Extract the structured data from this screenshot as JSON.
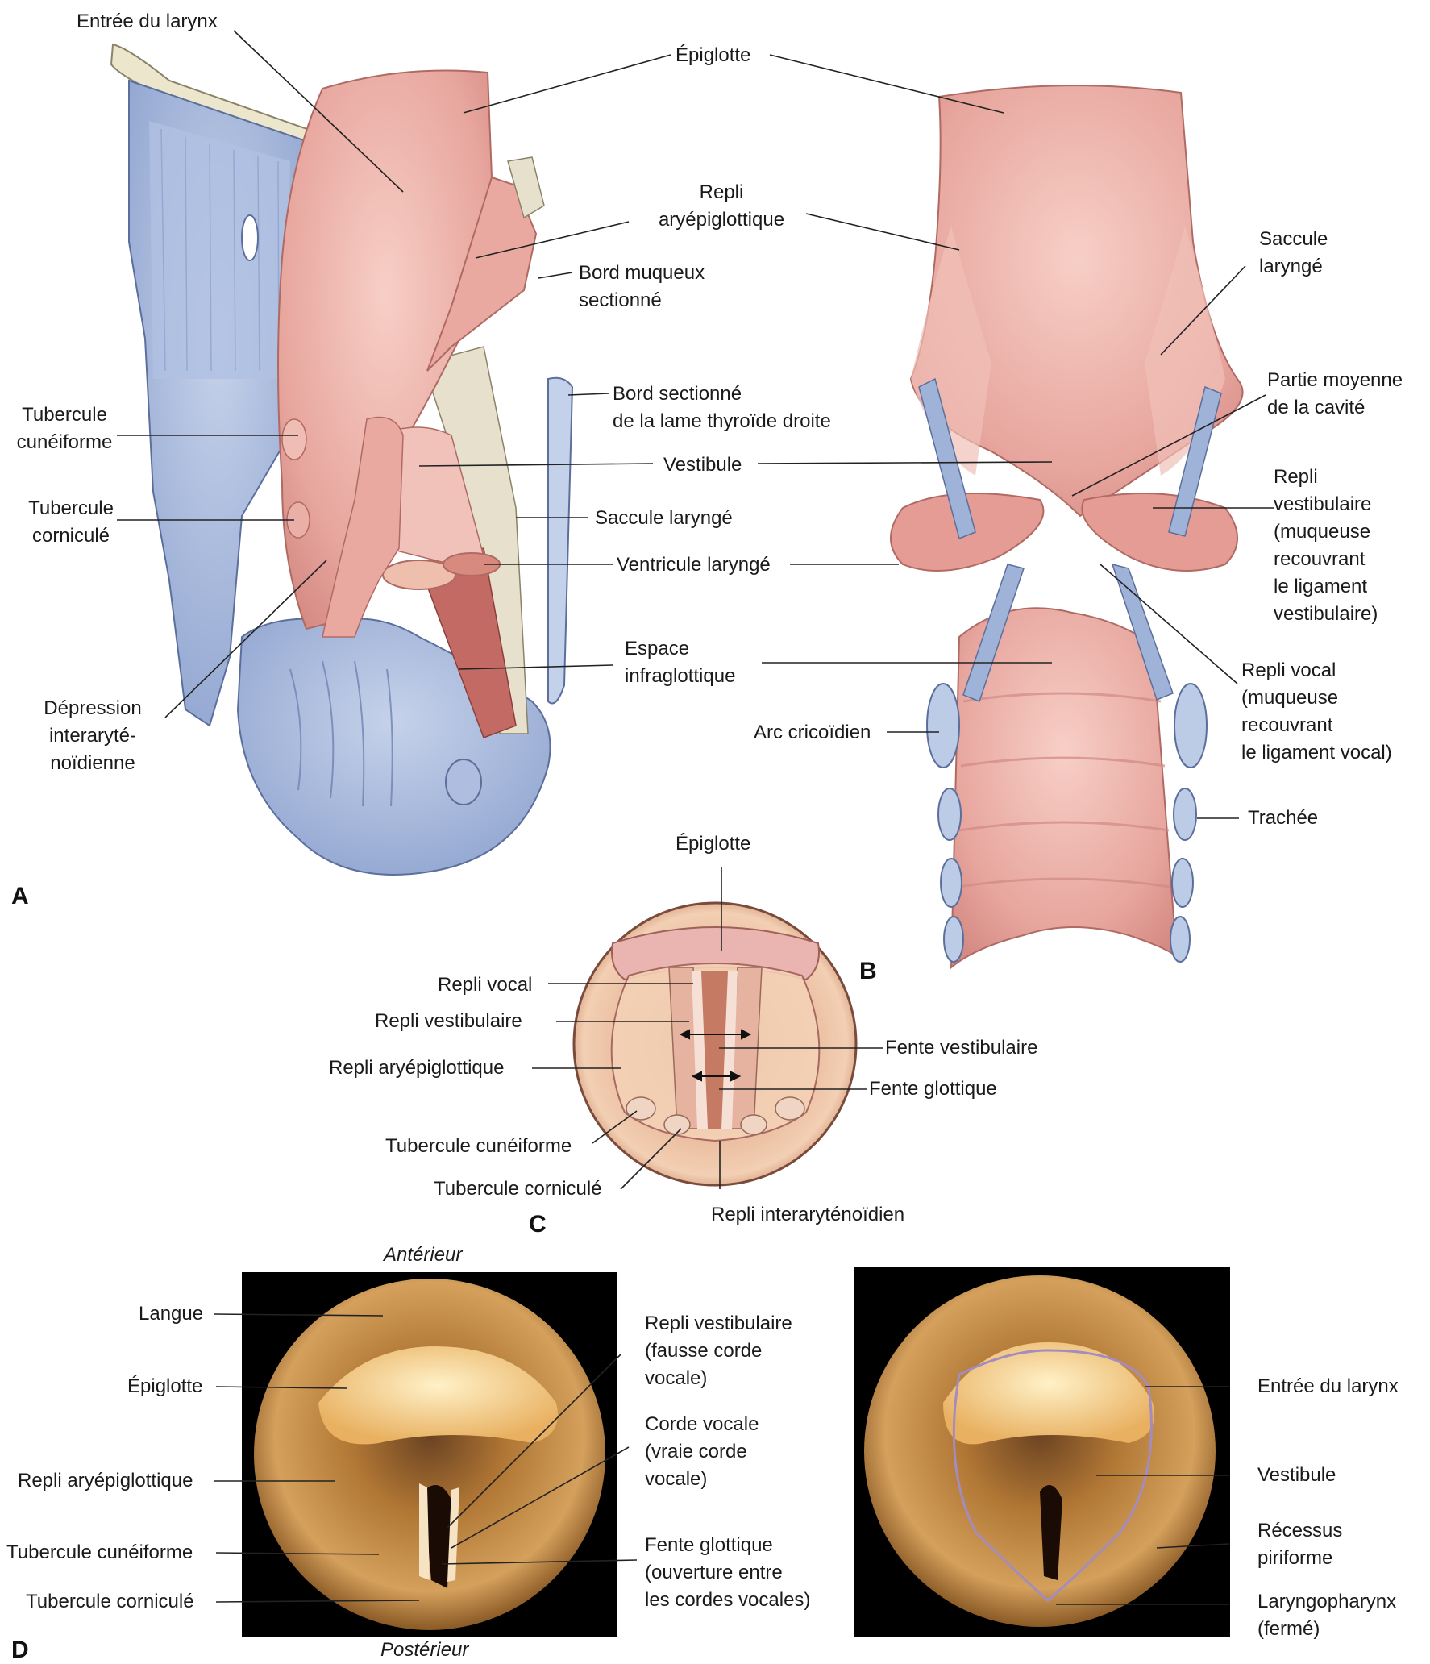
{
  "panels": {
    "a": {
      "letter": "A"
    },
    "b": {
      "letter": "B"
    },
    "c": {
      "letter": "C"
    },
    "d": {
      "letter": "D"
    }
  },
  "labels": {
    "a_entree": "Entrée du larynx",
    "top_epiglotte": "Épiglotte",
    "a_repli_aryepi": "Repli\naryépiglottique",
    "a_bord_muqueux": "Bord muqueux\nsectionné",
    "a_bord_sectionne": "Bord sectionné\nde la lame thyroïde droite",
    "a_vestibule": "Vestibule",
    "a_saccule": "Saccule laryngé",
    "a_ventricule": "Ventricule laryngé",
    "a_espace": "Espace\ninfraglottique",
    "a_cuneiforme": "Tubercule\ncunéiforme",
    "a_cornicule": "Tubercule\ncorniculé",
    "a_depression": "Dépression\ninteraryté-\nnoïdienne",
    "b_saccule": "Saccule\nlaryngé",
    "b_partie": "Partie moyenne\nde la cavité",
    "b_repli_vest": "Repli\nvestibulaire\n(muqueuse\nrecouvrant\nle ligament\nvestibulaire)",
    "b_repli_vocal": "Repli vocal\n(muqueuse\nrecouvrant\nle ligament vocal)",
    "b_arc": "Arc cricoïdien",
    "b_trachee": "Trachée",
    "c_epiglotte": "Épiglotte",
    "c_repli_vocal": "Repli vocal",
    "c_repli_vest": "Repli vestibulaire",
    "c_repli_aryepi": "Repli aryépiglottique",
    "c_cuneiforme": "Tubercule cunéiforme",
    "c_cornicule": "Tubercule corniculé",
    "c_fente_vest": "Fente vestibulaire",
    "c_fente_glot": "Fente glottique",
    "c_interaryt": "Repli interaryténoïdien",
    "d_anterieur": "Antérieur",
    "d_posterieur": "Postérieur",
    "d_langue": "Langue",
    "d_epiglotte": "Épiglotte",
    "d_repli_aryepi": "Repli aryépiglottique",
    "d_cuneiforme": "Tubercule cunéiforme",
    "d_cornicule": "Tubercule corniculé",
    "d_repli_vest": "Repli vestibulaire\n(fausse corde\nvocale)",
    "d_corde": "Corde vocale\n(vraie corde\nvocale)",
    "d_fente": "Fente glottique\n(ouverture entre\nles cordes vocales)",
    "d_entree": "Entrée du larynx",
    "d_vestibule": "Vestibule",
    "d_recessus": "Récessus\npiriforme",
    "d_laryngo": "Laryngopharynx\n(fermé)"
  },
  "colors": {
    "mucosa": "#eab0a8",
    "mucosa_dark": "#d78a84",
    "cartilage": "#9aaed6",
    "cartilage_light": "#bccbe6",
    "bone": "#e9e2c8",
    "endoscopic_bg": "#000000",
    "endoscopic_tissue": "#c0823c"
  }
}
